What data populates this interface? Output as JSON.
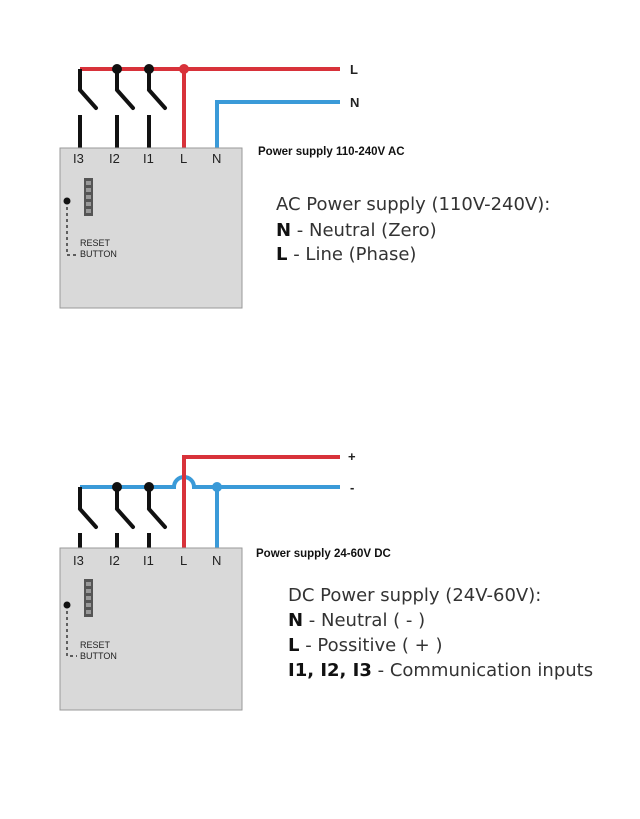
{
  "ac": {
    "terminals": [
      "I3",
      "I2",
      "I1",
      "L",
      "N"
    ],
    "wire_labels": [
      "L",
      "N"
    ],
    "reset_lines": [
      "RESET",
      "BUTTON"
    ],
    "supply_label": "Power supply 110-240V AC",
    "desc_title": "AC Power supply (110V-240V):",
    "lines": [
      {
        "key": "N",
        "text": " - Neutral (Zero)"
      },
      {
        "key": "L",
        "text": " - Line (Phase)"
      }
    ]
  },
  "dc": {
    "terminals": [
      "I3",
      "I2",
      "I1",
      "L",
      "N"
    ],
    "wire_labels": [
      "+",
      "-"
    ],
    "reset_lines": [
      "RESET",
      "BUTTON"
    ],
    "supply_label": "Power supply 24-60V DC",
    "desc_title": "DC Power supply (24V-60V):",
    "lines": [
      {
        "key": "N",
        "text": " - Neutral ( - )"
      },
      {
        "key": "L",
        "text": " - Possitive ( + )"
      },
      {
        "key": "I1, I2, I3",
        "text": " - Communication inputs"
      }
    ]
  },
  "colors": {
    "red": "#d8323a",
    "blue": "#3a9ad8",
    "module": "#d9d9d9"
  }
}
